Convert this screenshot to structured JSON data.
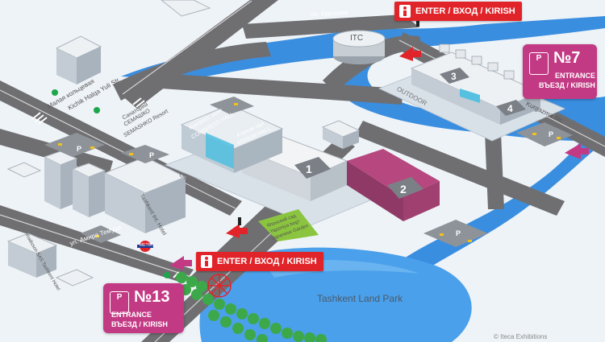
{
  "enter_signs": [
    {
      "label": "ENTER / ВХОД / KIRISH"
    },
    {
      "label": "ENTER / ВХОД / KIRISH"
    }
  ],
  "entrances": [
    {
      "number": "№7",
      "line1": "ENTRANCE",
      "line2": "ВЪЕЗД / KIRISH",
      "parking_letter": "P"
    },
    {
      "number": "№13",
      "line1": "ENTRANCE",
      "line2": "ВЪЕЗД / KIRISH",
      "parking_letter": "P"
    }
  ],
  "halls": [
    "1",
    "2",
    "3",
    "4"
  ],
  "labels": {
    "itc": "ITC",
    "street_kurgazma_top": "ул. Кургазма",
    "street_kurgazma_right": "Kurgazma Str.",
    "street_halqa_ru": "Малая кольцевая",
    "street_halqa_uz": "Kichik Halqa Yuli Str.",
    "street_amira_ru": "ул. Амира Темура",
    "sanatorium_ru": "Санаторий",
    "sanatorium_ru2": "СЕМАШКО",
    "sanatorium_en": "SEMASHKO Resort",
    "tashkent_hotel": "Tashkent Int. Hotel",
    "radisson": "Radisson SAS Tashkent Hotel",
    "atrium_ru": "Атриум зал",
    "atrium_en": "ATRIUM HALL",
    "congress_ru": "Конгресс холл",
    "congress_en": "CONGRESS HALL",
    "outdoor1": "OUTDOOR",
    "outdoor2": "OUTDOOR",
    "garden_ru": "Японский сад",
    "garden_uz": "Yaponiya bog'i",
    "garden_en": "Japanese Garden",
    "park": "Tashkent Land Park",
    "metro": "METRO",
    "parking": "P",
    "copyright": "© Iteca Exhibitions"
  },
  "colors": {
    "enter_red": "#e1242a",
    "entrance_magenta": "#c33a84",
    "water_blue": "#3a8ee0",
    "road_gray": "#6f6f72",
    "hall2_magenta": "#b7477f",
    "garden_green": "#8bc53f",
    "trees_green": "#3da84a"
  }
}
